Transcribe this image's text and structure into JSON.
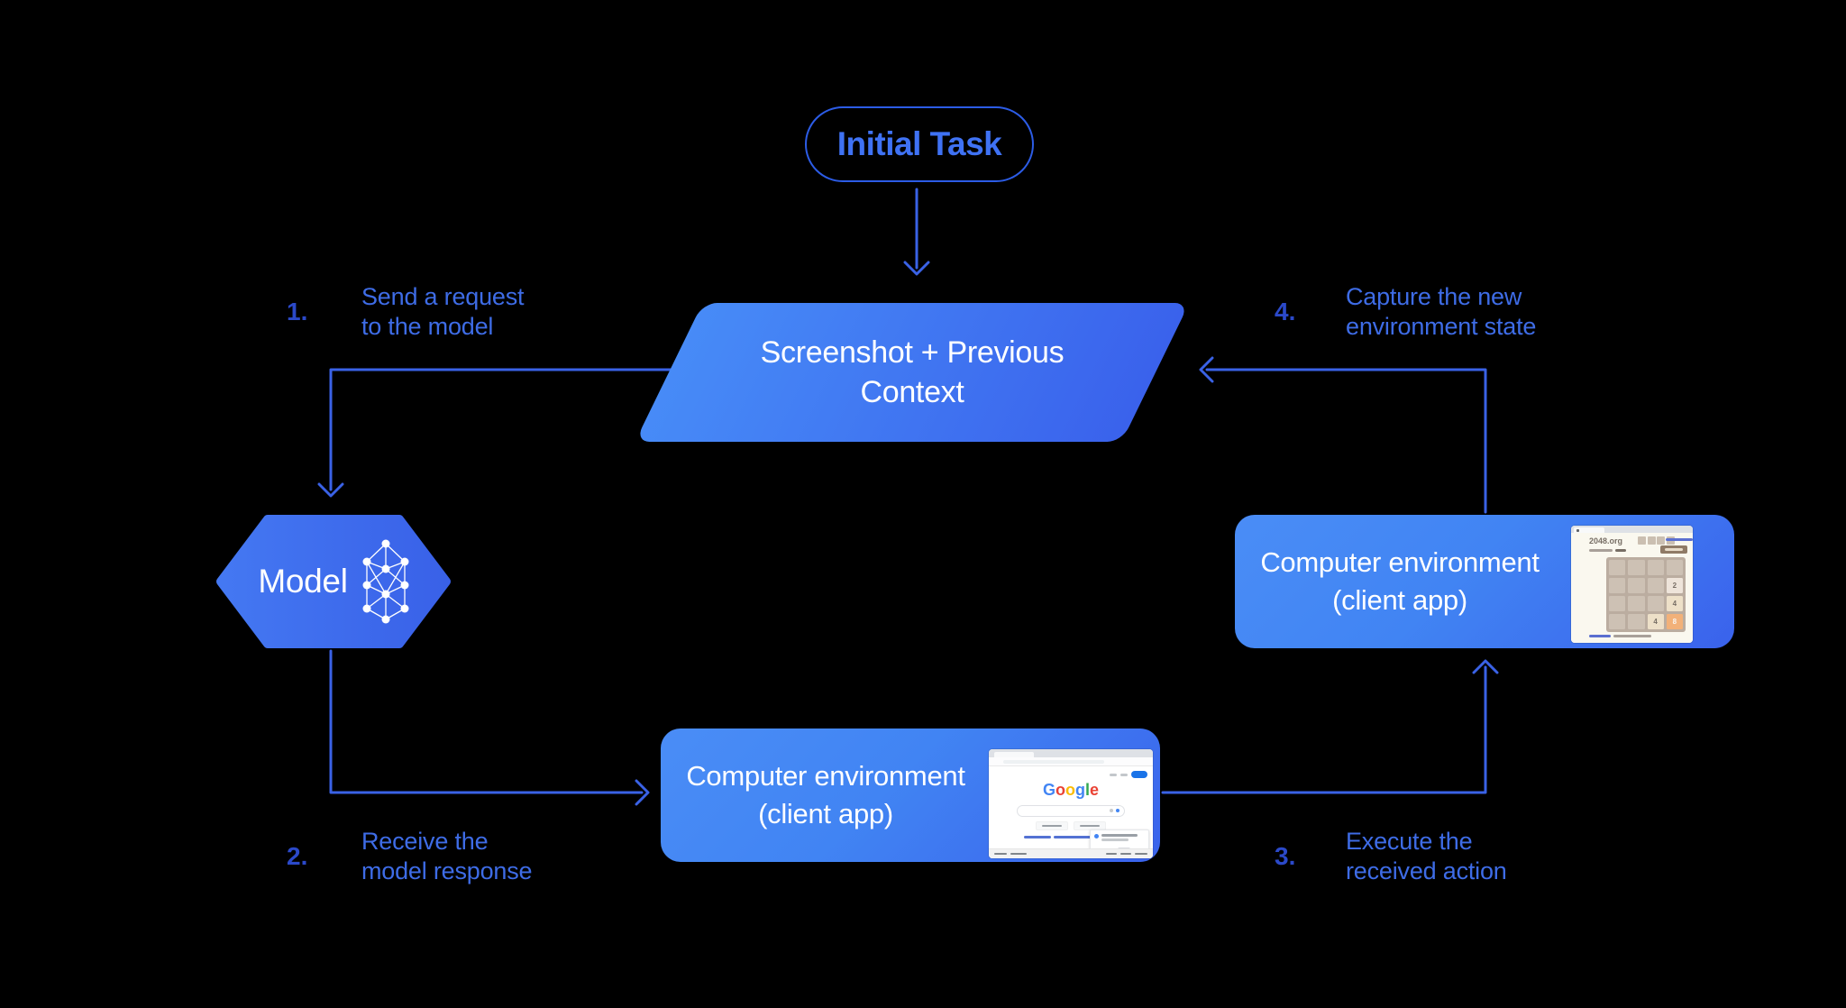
{
  "colors": {
    "background": "#000000",
    "connector_blue": "#3A62E6",
    "step_label_blue": "#3E6CE6",
    "step_number_blue": "#2B49C9",
    "pill_border": "#2C5CE6",
    "pill_text": "#3F72F4",
    "node_gradient_start": "#478BF7",
    "node_gradient_end": "#3A62EC",
    "node_text": "#FFFFFF",
    "google_blue": "#1A73E8",
    "tile_orange": "#F2B179"
  },
  "icons": {
    "model": "neural-network-icon",
    "arrowheads": "chevron-arrow-icon"
  },
  "initial_task": {
    "label": "Initial Task"
  },
  "screenshot_context": {
    "lines": [
      "Screenshot + Previous",
      "Context"
    ]
  },
  "model": {
    "label": "Model"
  },
  "steps": [
    {
      "num": "1.",
      "lines": [
        "Send a request",
        "to the model"
      ]
    },
    {
      "num": "2.",
      "lines": [
        "Receive the",
        "model response"
      ]
    },
    {
      "num": "3.",
      "lines": [
        "Execute the",
        "received action"
      ]
    },
    {
      "num": "4.",
      "lines": [
        "Capture the new",
        "environment state"
      ]
    }
  ],
  "env_box_bottom": {
    "lines": [
      "Computer environment",
      "(client app)"
    ],
    "mini_browser": {
      "logo_letters": [
        {
          "ch": "G",
          "color": "#4285F4"
        },
        {
          "ch": "o",
          "color": "#EA4335"
        },
        {
          "ch": "o",
          "color": "#FBBC05"
        },
        {
          "ch": "g",
          "color": "#4285F4"
        },
        {
          "ch": "l",
          "color": "#34A853"
        },
        {
          "ch": "e",
          "color": "#EA4335"
        }
      ]
    }
  },
  "env_box_right": {
    "lines": [
      "Computer environment",
      "(client app)"
    ],
    "mini_game": {
      "site": "2048.org",
      "tiles": [
        {
          "row": 1,
          "col": 3,
          "value": "2"
        },
        {
          "row": 2,
          "col": 3,
          "value": "4"
        },
        {
          "row": 3,
          "col": 2,
          "value": "4"
        },
        {
          "row": 3,
          "col": 3,
          "value": "8"
        }
      ],
      "tile_colors": {
        "2": {
          "bg": "#EEE4DA",
          "fg": "#776E65"
        },
        "4": {
          "bg": "#EDE0C8",
          "fg": "#776E65"
        },
        "8": {
          "bg": "#F2B179",
          "fg": "#F9F6F2"
        }
      }
    }
  }
}
